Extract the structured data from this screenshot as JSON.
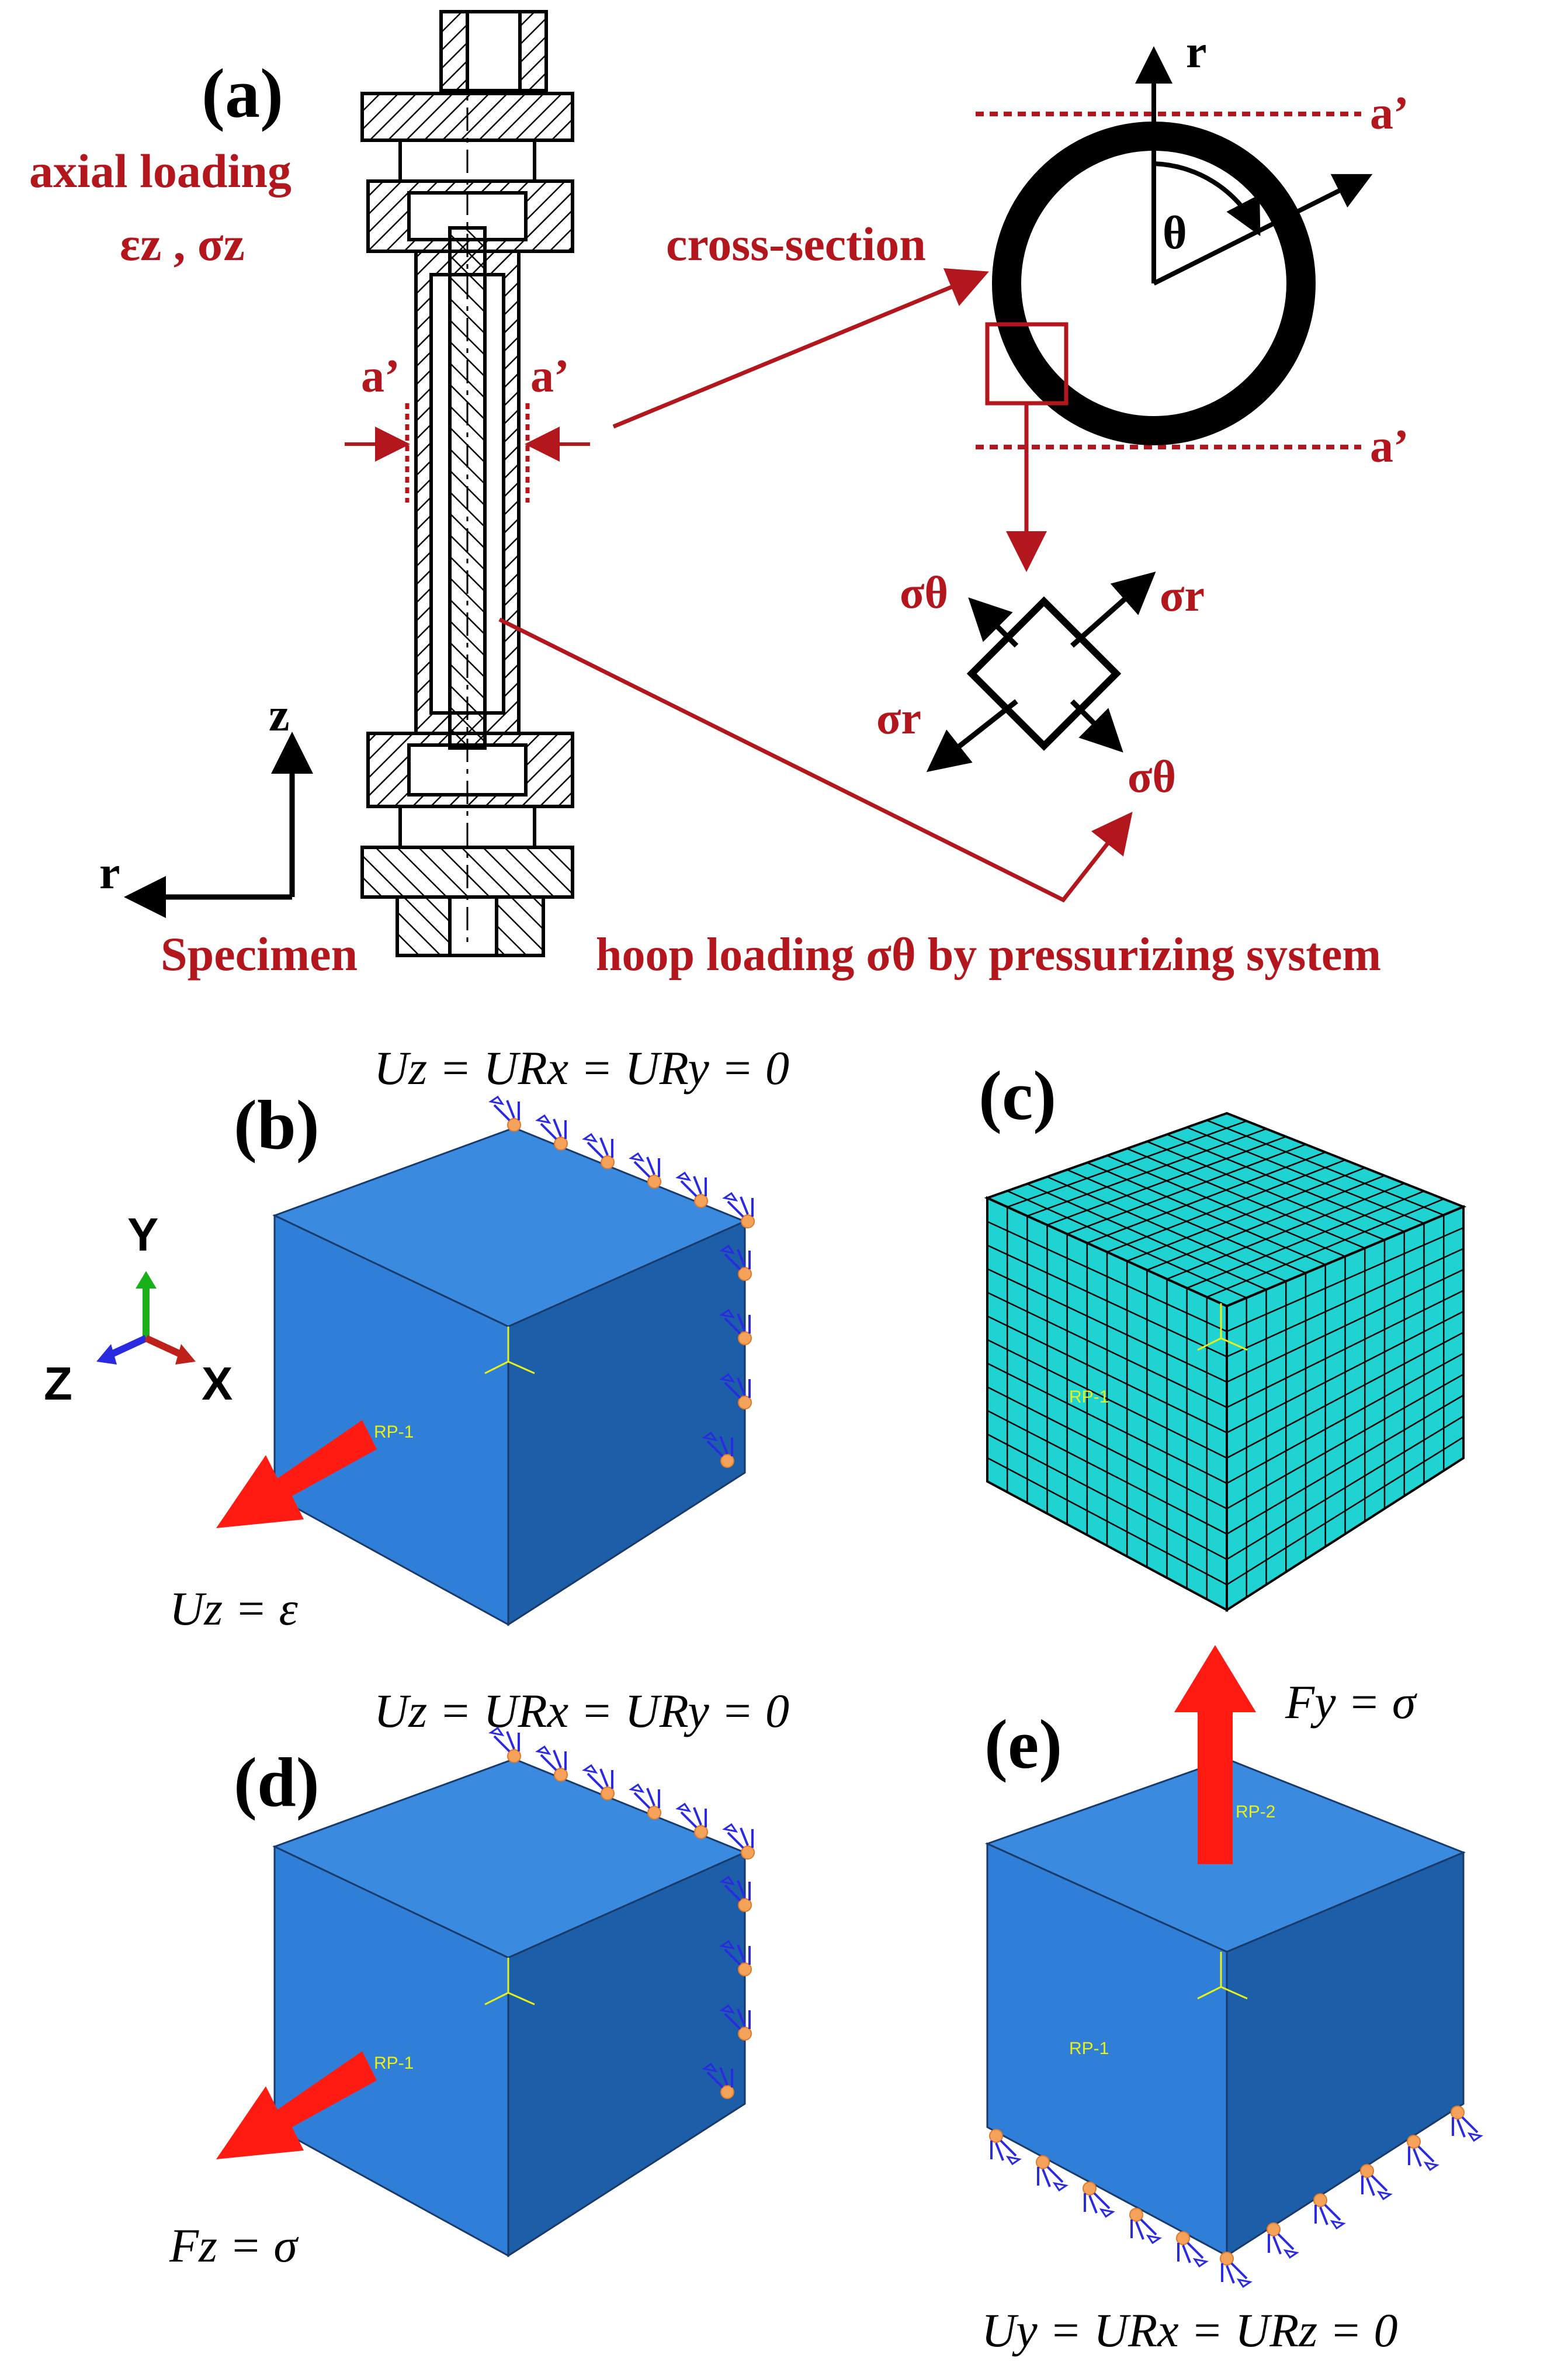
{
  "panel_a": {
    "label": "(a)",
    "axial_loading": "axial loading",
    "axial_strain_stress": "εz , σz",
    "cross_section": "cross-section",
    "a_prime": "a’",
    "r": "r",
    "theta": "θ",
    "z": "z",
    "specimen": "Specimen",
    "hoop_loading": "hoop loading σθ by pressurizing system",
    "sigma_theta": "σθ",
    "sigma_r": "σr"
  },
  "panel_b": {
    "label": "(b)",
    "bc_top": "Uz = URx = URy = 0",
    "load": "Uz = ε",
    "rp": "RP-1"
  },
  "panel_c": {
    "label": "(c)",
    "rp": "RP-1"
  },
  "panel_d": {
    "label": "(d)",
    "bc_top": "Uz = URx = URy = 0",
    "load": "Fz = σ",
    "rp": "RP-1"
  },
  "panel_e": {
    "label": "(e)",
    "bc_bottom": "Uy = URx = URz = 0",
    "load": "Fy = σ",
    "rp1": "RP-1",
    "rp2": "RP-2"
  },
  "triad": {
    "y": "Y",
    "z": "Z",
    "x": "X"
  },
  "colors": {
    "annotation_red": "#b3171d",
    "cube_front": "#2f7fd9",
    "cube_side": "#1c5ea8",
    "cube_top": "#3a8ae0",
    "mesh": "#1fd3d3",
    "load_arrow": "#ff1a12",
    "bc_blue": "#2a2ae0",
    "bc_orange": "#f5a25a"
  }
}
